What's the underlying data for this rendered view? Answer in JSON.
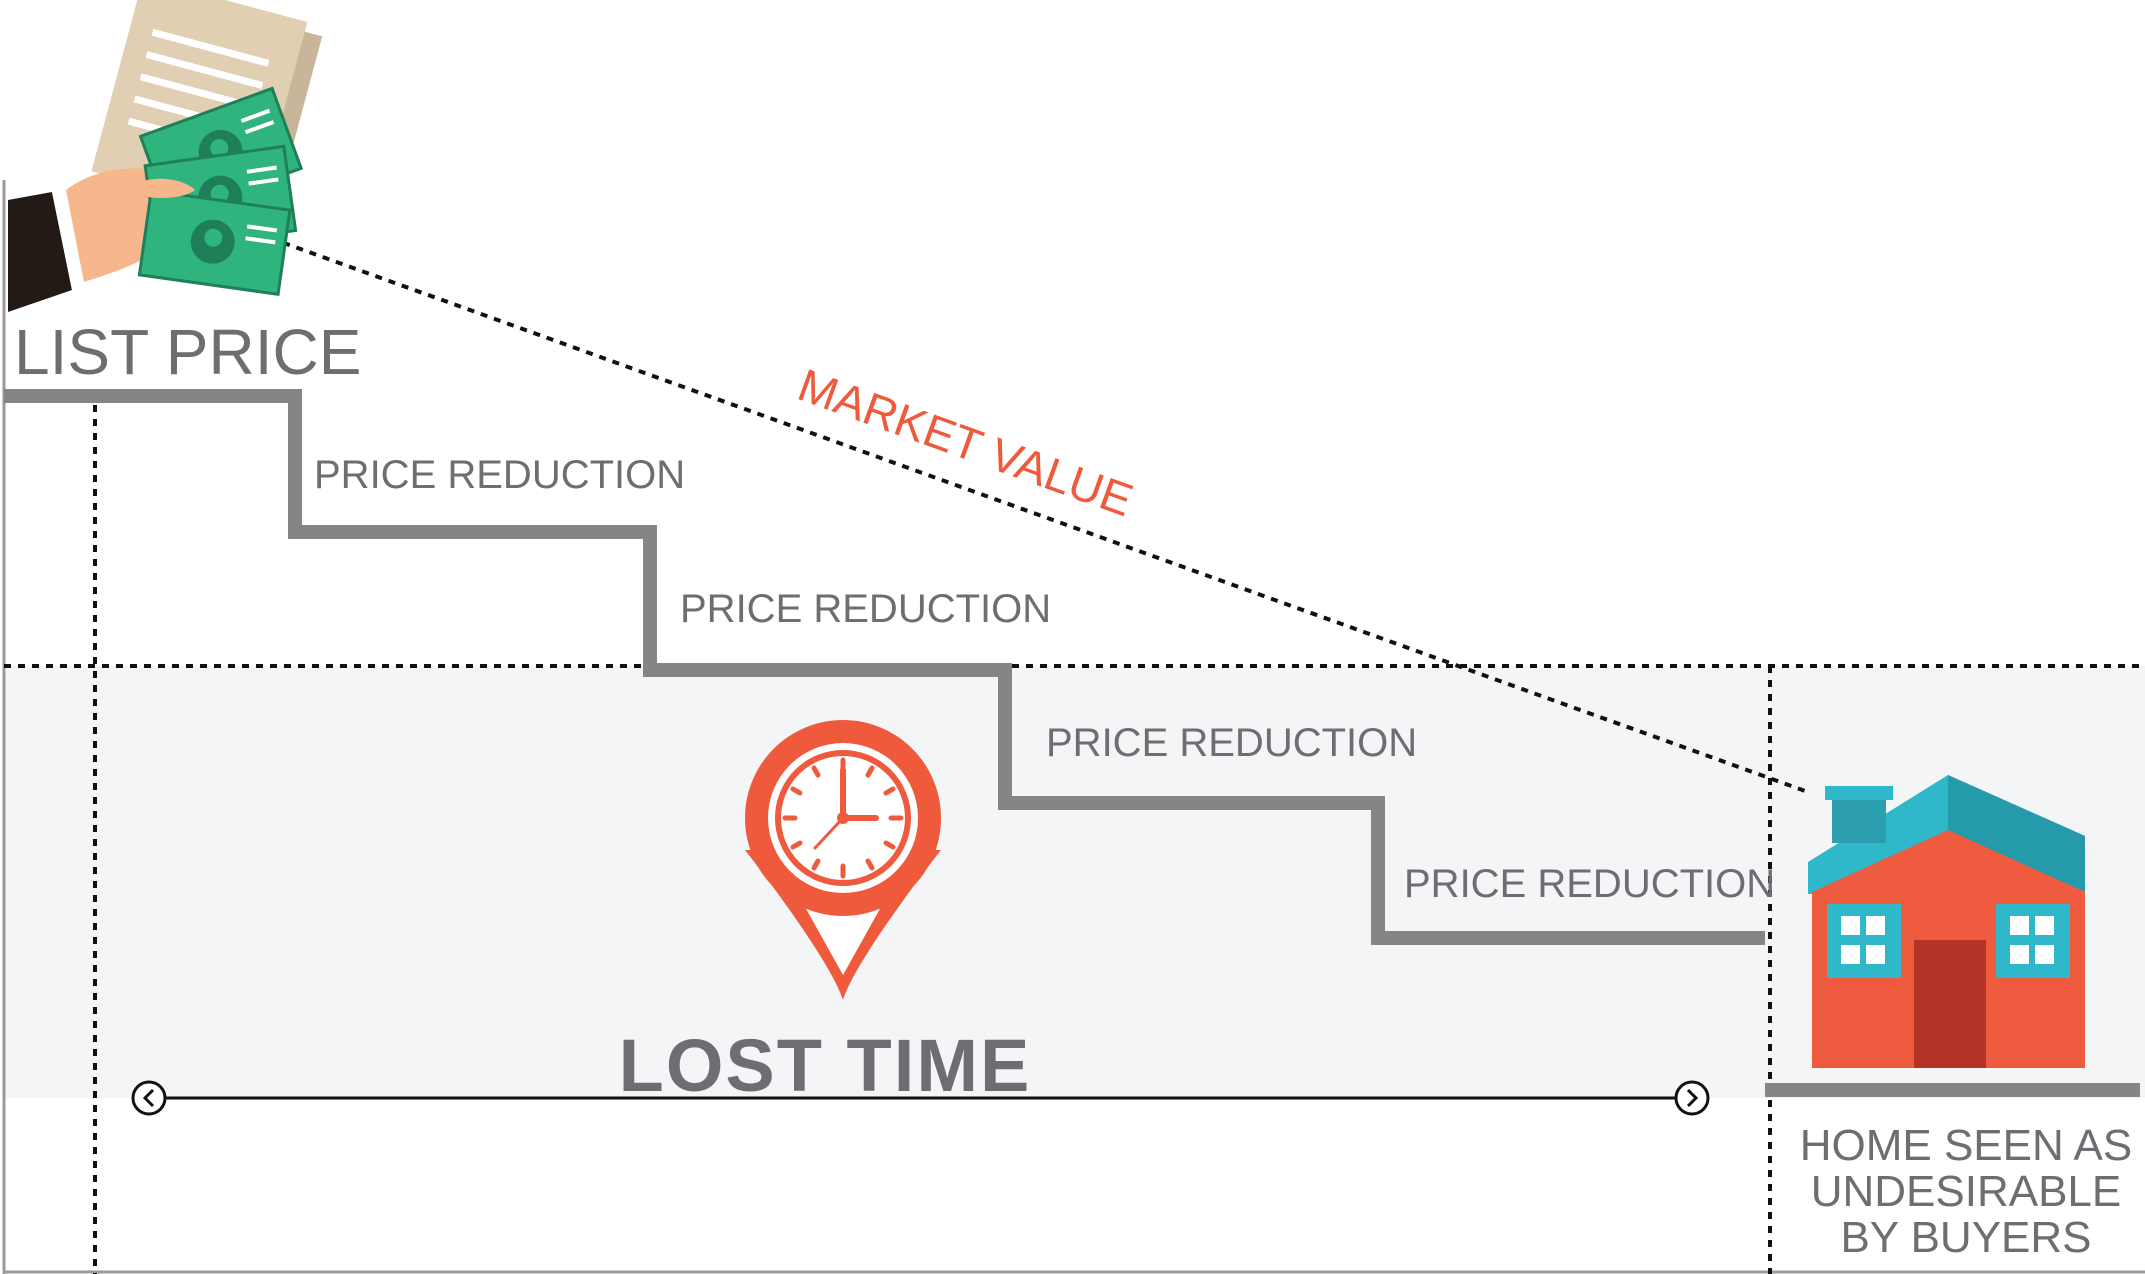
{
  "diagram": {
    "list_price_label": "LIST PRICE",
    "market_value_label": "MARKET VALUE",
    "price_reduction_labels": [
      "PRICE REDUCTION",
      "PRICE REDUCTION",
      "PRICE REDUCTION",
      "PRICE REDUCTION"
    ],
    "lost_time_label": "LOST TIME",
    "home_caption_lines": [
      "HOME SEEN AS",
      "UNDESIRABLE",
      "BY BUYERS"
    ]
  },
  "colors": {
    "accent_orange": "#ef5a3d",
    "step_line_gray": "#858585",
    "text_gray": "#6d6e71",
    "lost_time_band": "#f4f5f6",
    "house_roof_teal": "#2fb8c9",
    "house_wall": "#ef5b3f",
    "house_door": "#b33327",
    "cash_green": "#2fb47d"
  },
  "icons": {
    "hand_with_cash": "hand-holding-cash-icon",
    "clock_pin": "clock-location-pin-icon",
    "house": "house-icon",
    "arrow_left": "chevron-left-circle-icon",
    "arrow_right": "chevron-right-circle-icon"
  }
}
